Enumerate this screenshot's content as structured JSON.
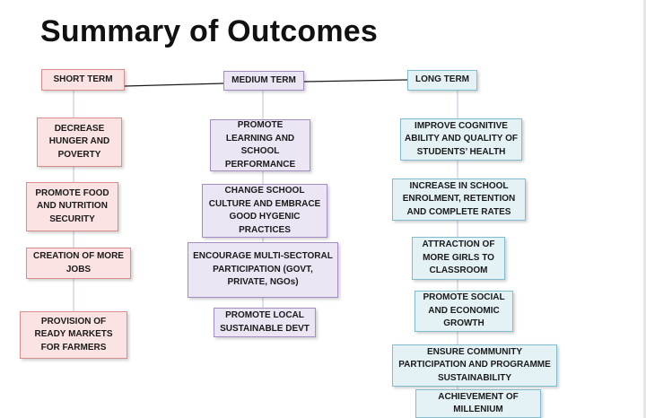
{
  "title": "Summary of Outcomes",
  "columns": [
    {
      "heading": "SHORT TERM",
      "items": [
        "DECREASE HUNGER AND POVERTY",
        "PROMOTE FOOD AND NUTRITION SECURITY",
        "CREATION OF MORE JOBS",
        "PROVISION OF READY MARKETS FOR FARMERS"
      ]
    },
    {
      "heading": "MEDIUM TERM",
      "items": [
        "PROMOTE LEARNING AND SCHOOL PERFORMANCE",
        "CHANGE SCHOOL CULTURE AND EMBRACE GOOD HYGENIC PRACTICES",
        "ENCOURAGE MULTI-SECTORAL PARTICIPATION (GOVT, PRIVATE, NGOs)",
        "PROMOTE LOCAL SUSTAINABLE DEVT"
      ]
    },
    {
      "heading": "LONG TERM",
      "items": [
        "IMPROVE COGNITIVE ABILITY AND QUALITY OF STUDENTS’ HEALTH",
        "INCREASE IN SCHOOL ENROLMENT, RETENTION AND COMPLETE RATES",
        "ATTRACTION OF MORE GIRLS TO CLASSROOM",
        "PROMOTE SOCIAL AND ECONOMIC GROWTH",
        "ENSURE COMMUNITY PARTICIPATION AND PROGRAMME SUSTAINABILITY",
        "ACHIEVEMENT OF MILLENIUM"
      ]
    }
  ],
  "colors": {
    "short_fill": "#fbe3e3",
    "short_border": "#d98c8c",
    "medium_fill": "#ece6f4",
    "medium_border": "#a48cc6",
    "long_fill": "#e4f2f6",
    "long_border": "#7fbcd0",
    "connector": "#1a1a1a",
    "vertical_line": "#b8c4d0"
  }
}
